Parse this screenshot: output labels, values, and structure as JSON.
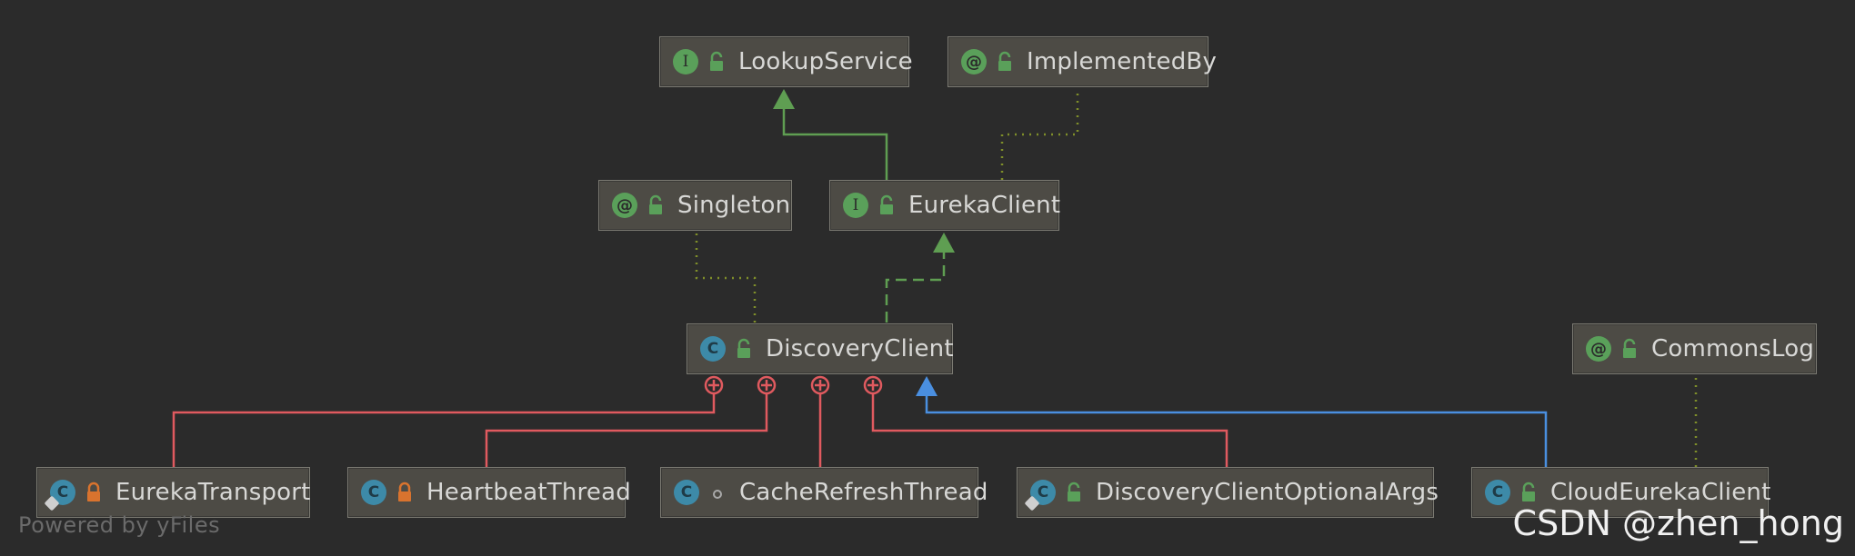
{
  "nodes": {
    "lookup_service": {
      "label": "LookupService",
      "kind": "interface",
      "badge": "I",
      "visibility": "public"
    },
    "implemented_by": {
      "label": "ImplementedBy",
      "kind": "annotation",
      "badge": "@",
      "visibility": "public"
    },
    "singleton": {
      "label": "Singleton",
      "kind": "annotation",
      "badge": "@",
      "visibility": "public"
    },
    "eureka_client": {
      "label": "EurekaClient",
      "kind": "interface",
      "badge": "I",
      "visibility": "public"
    },
    "discovery_client": {
      "label": "DiscoveryClient",
      "kind": "class",
      "badge": "C",
      "visibility": "public"
    },
    "commons_log": {
      "label": "CommonsLog",
      "kind": "annotation",
      "badge": "@",
      "visibility": "public"
    },
    "eureka_transport": {
      "label": "EurekaTransport",
      "kind": "class",
      "badge": "C",
      "visibility": "private"
    },
    "heartbeat_thread": {
      "label": "HeartbeatThread",
      "kind": "class",
      "badge": "C",
      "visibility": "private"
    },
    "cache_refresh_thread": {
      "label": "CacheRefreshThread",
      "kind": "class",
      "badge": "C",
      "visibility": "package"
    },
    "discovery_client_optional_args": {
      "label": "DiscoveryClientOptionalArgs",
      "kind": "class",
      "badge": "C",
      "visibility": "public"
    },
    "cloud_eureka_client": {
      "label": "CloudEurekaClient",
      "kind": "class",
      "badge": "C",
      "visibility": "public"
    }
  },
  "edges": [
    {
      "from": "eureka_client",
      "to": "lookup_service",
      "type": "extends"
    },
    {
      "from": "eureka_client",
      "to": "implemented_by",
      "type": "annotation"
    },
    {
      "from": "discovery_client",
      "to": "eureka_client",
      "type": "implements"
    },
    {
      "from": "discovery_client",
      "to": "singleton",
      "type": "annotation"
    },
    {
      "from": "eureka_transport",
      "to": "discovery_client",
      "type": "inner-class"
    },
    {
      "from": "heartbeat_thread",
      "to": "discovery_client",
      "type": "inner-class"
    },
    {
      "from": "cache_refresh_thread",
      "to": "discovery_client",
      "type": "inner-class"
    },
    {
      "from": "discovery_client_optional_args",
      "to": "discovery_client",
      "type": "inner-class"
    },
    {
      "from": "cloud_eureka_client",
      "to": "discovery_client",
      "type": "extends"
    },
    {
      "from": "cloud_eureka_client",
      "to": "commons_log",
      "type": "annotation"
    }
  ],
  "colors": {
    "extends_green": "#5f9e52",
    "annotation_dots": "#7f8f2a",
    "inner_red": "#e05a5f",
    "extends_blue": "#4a8fe0",
    "background": "#2b2b2b"
  },
  "footer": {
    "powered_by": "Powered by yFiles",
    "watermark": "CSDN @zhen_hong"
  }
}
